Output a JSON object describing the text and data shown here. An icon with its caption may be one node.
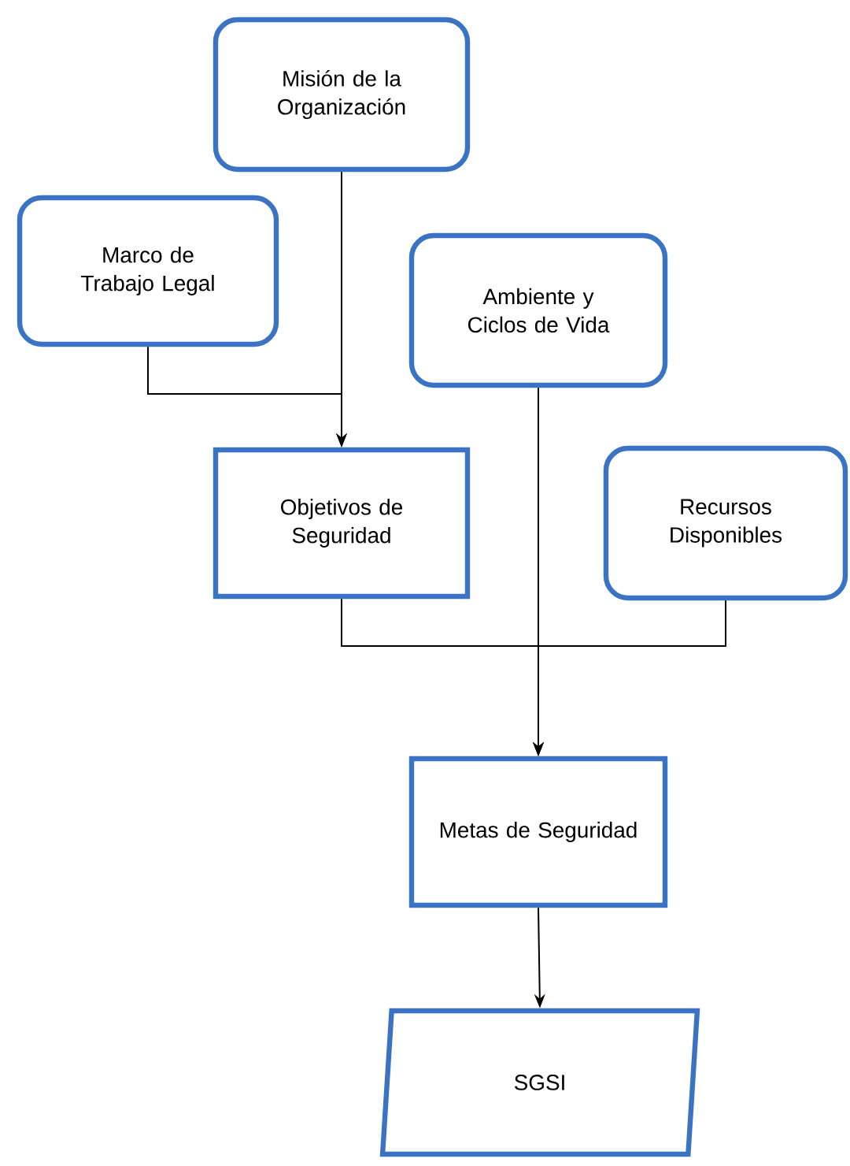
{
  "diagram": {
    "nodes": [
      {
        "text": [
          "Misión de la Organización"
        ]
      },
      {
        "text": [
          "Marco de Trabajo Legal"
        ]
      },
      {
        "text": [
          "Ambiente y Ciclos de Vida"
        ]
      },
      {
        "text": [
          "Objetivos de Seguridad"
        ]
      },
      {
        "text": [
          "Recursos Disponibles"
        ]
      },
      {
        "text": [
          "Metas de Seguridad"
        ]
      },
      {
        "text": [
          "SGSI"
        ]
      }
    ],
    "edges": [
      {
        "from": 0,
        "to": 3,
        "arrow": "to"
      },
      {
        "from": 1,
        "to": 3,
        "arrow": "to"
      },
      {
        "from": 2,
        "to": 5,
        "arrow": "to"
      },
      {
        "from": 3,
        "to": 5,
        "arrow": "to"
      },
      {
        "from": 4,
        "to": 5,
        "arrow": "to"
      },
      {
        "from": 5,
        "to": 6,
        "arrow": "to"
      }
    ]
  }
}
